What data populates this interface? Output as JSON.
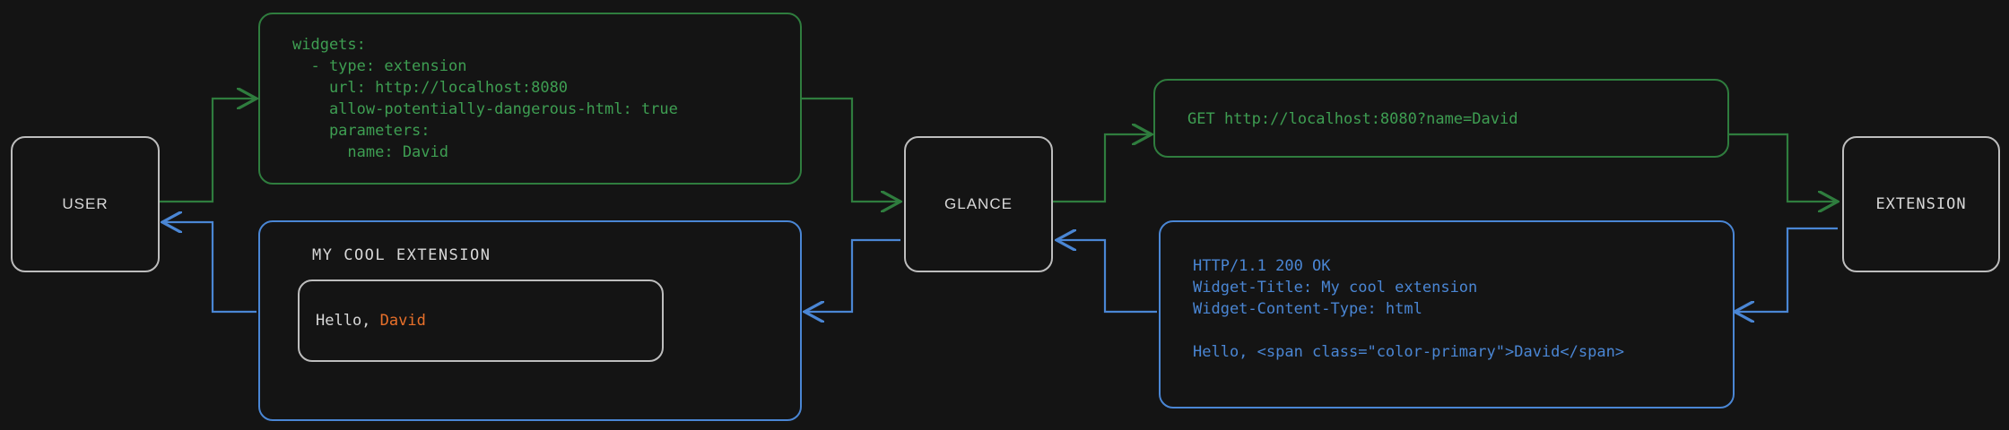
{
  "theme": {
    "background": "#141414",
    "node_border": "#bdbdbd",
    "node_text": "#d8d8d8",
    "request_green": "#3e9e52",
    "request_border_green": "#2f7d3e",
    "response_blue": "#4a86d4",
    "accent_orange": "#e8702a"
  },
  "nodes": {
    "user": "USER",
    "glance": "GLANCE",
    "extension": "EXTENSION"
  },
  "config_panel": {
    "lines": [
      "widgets:",
      "  - type: extension",
      "    url: http://localhost:8080",
      "    allow-potentially-dangerous-html: true",
      "    parameters:",
      "      name: David"
    ],
    "text": "widgets:\n  - type: extension\n    url: http://localhost:8080\n    allow-potentially-dangerous-html: true\n    parameters:\n      name: David"
  },
  "request_panel": {
    "lines": [
      "GET http://localhost:8080?name=David"
    ],
    "text": "GET http://localhost:8080?name=David"
  },
  "response_panel": {
    "lines": [
      "HTTP/1.1 200 OK",
      "Widget-Title: My cool extension",
      "Widget-Content-Type: html",
      "",
      "Hello, <span class=\"color-primary\">David</span>"
    ],
    "text": "HTTP/1.1 200 OK\nWidget-Title: My cool extension\nWidget-Content-Type: html\n\nHello, <span class=\"color-primary\">David</span>"
  },
  "widget_panel": {
    "title": "MY COOL EXTENSION",
    "greeting_prefix": "Hello, ",
    "greeting_name": "David"
  }
}
